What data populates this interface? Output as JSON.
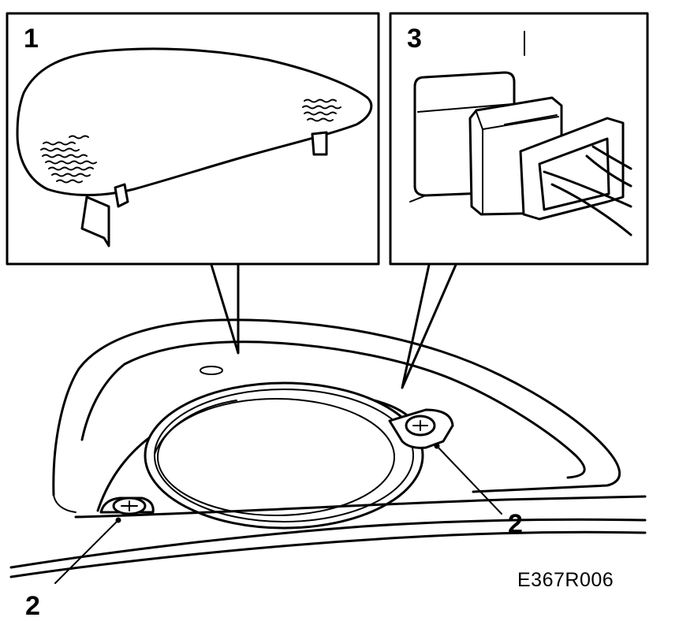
{
  "figure": {
    "drawing_code": "E367R006",
    "callouts": {
      "detail_cover": "1",
      "screw_left": "2",
      "screw_right": "2",
      "detail_connector": "3"
    }
  }
}
